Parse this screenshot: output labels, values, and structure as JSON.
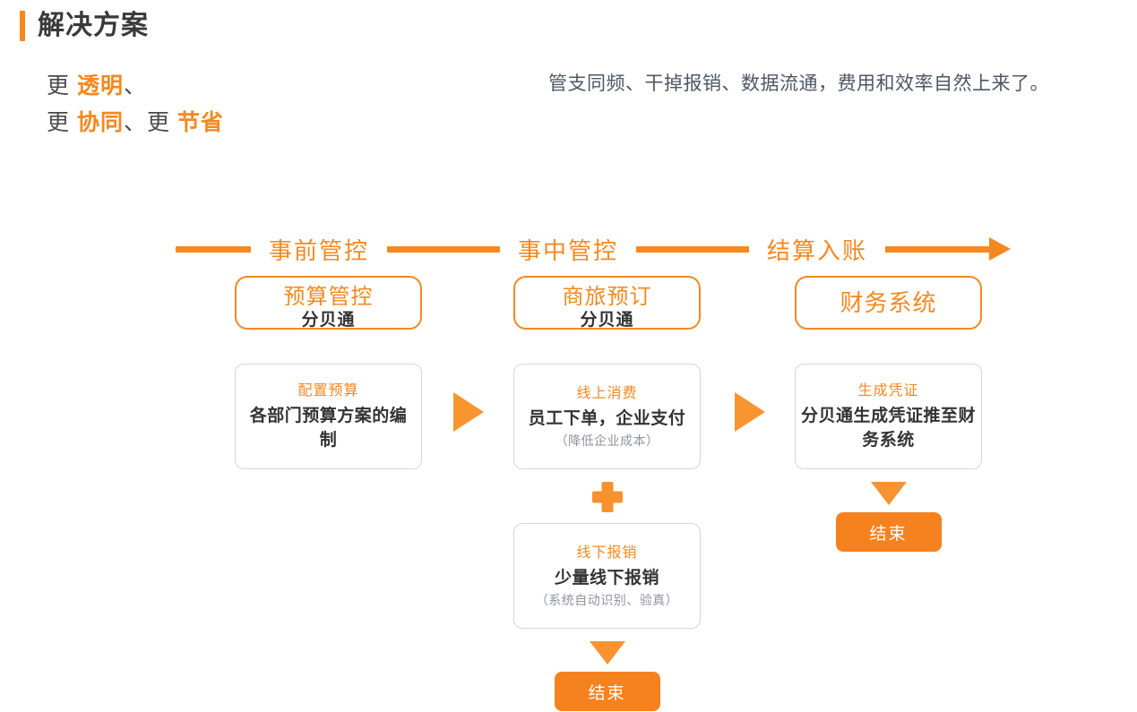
{
  "header": {
    "title": "解决方案",
    "subtitle_lines": [
      [
        {
          "t": "更 ",
          "hl": false
        },
        {
          "t": "透明",
          "hl": true
        },
        {
          "t": "、",
          "hl": false
        }
      ],
      [
        {
          "t": "更 ",
          "hl": false
        },
        {
          "t": "协同",
          "hl": true
        },
        {
          "t": "、更 ",
          "hl": false
        },
        {
          "t": "节省",
          "hl": true
        }
      ]
    ],
    "subtitle_l1_plain_a": "更 ",
    "subtitle_l1_hl": "透明",
    "subtitle_l1_plain_b": "、",
    "subtitle_l2_plain_a": "更 ",
    "subtitle_l2_hl_a": "协同",
    "subtitle_l2_plain_b": "、更 ",
    "subtitle_l2_hl_b": "节省",
    "lead_text": "管支同频、干掉报销、数据流通，费用和效率自然上来了。"
  },
  "stages": {
    "items": [
      {
        "label": "事前管控"
      },
      {
        "label": "事中管控"
      },
      {
        "label": "结算入账"
      }
    ]
  },
  "columns": [
    {
      "system": {
        "title": "预算管控",
        "sub": "分贝通"
      },
      "cards": [
        {
          "head": "配置预算",
          "body": "各部门预算方案的编制",
          "note": ""
        }
      ]
    },
    {
      "system": {
        "title": "商旅预订",
        "sub": "分贝通"
      },
      "cards": [
        {
          "head": "线上消费",
          "body": "员工下单，企业支付",
          "note": "（降低企业成本）"
        },
        {
          "head": "线下报销",
          "body": "少量线下报销",
          "note": "（系统自动识别、验真）"
        }
      ],
      "end_label": "结束"
    },
    {
      "system": {
        "title": "财务系统",
        "sub": ""
      },
      "cards": [
        {
          "head": "生成凭证",
          "body": "分贝通生成凭证推至财务系统",
          "note": ""
        }
      ],
      "end_label": "结束"
    }
  ],
  "icons": {
    "plus": "plus-icon",
    "arrow_right": "arrow-right-icon",
    "arrow_down": "arrow-down-icon"
  },
  "colors": {
    "accent": "#f5881f",
    "accent_deep": "#f5821f",
    "text_dark": "#333333",
    "text_muted": "#8e949e",
    "card_border": "#d4d7dc"
  }
}
